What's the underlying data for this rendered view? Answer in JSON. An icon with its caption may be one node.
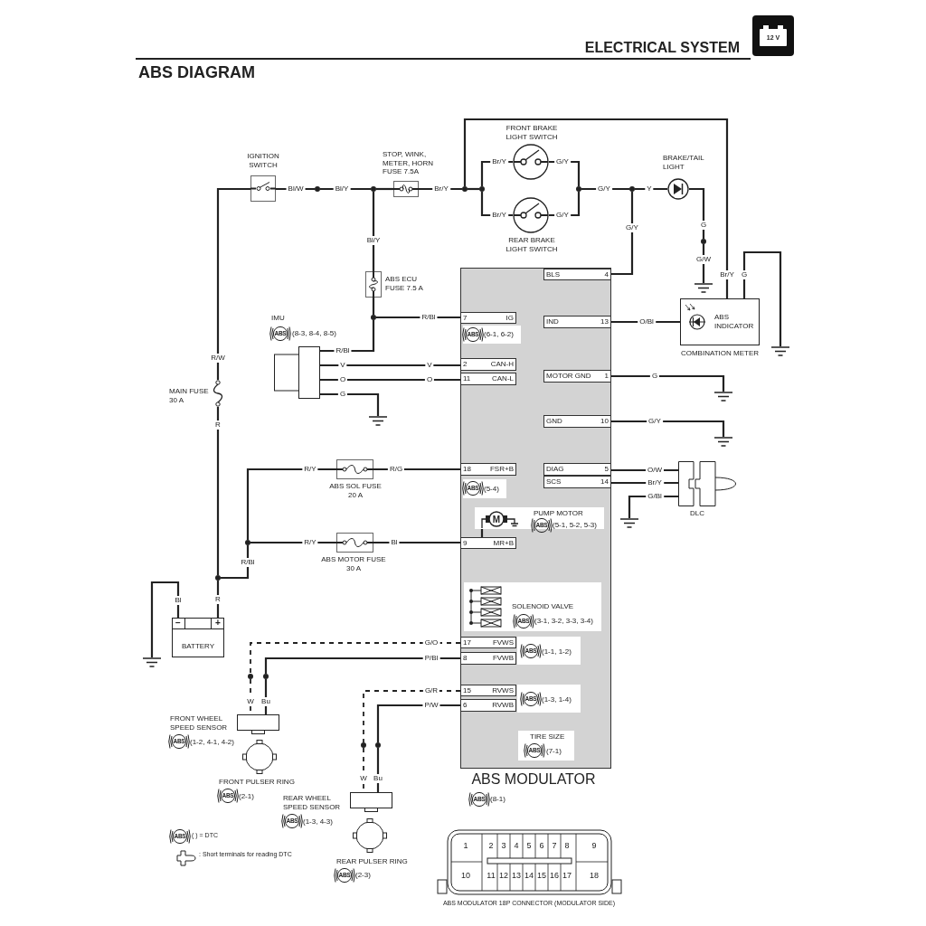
{
  "diagram": {
    "title": "ABS DIAGRAM",
    "nodes": [
      {
        "text": [
          "IGNITION SWITCH"
        ]
      },
      {
        "text": [
          "STOP, WINK, METER, HORN FUSE 7.5A"
        ]
      },
      {
        "text": [
          "FRONT BRAKE LIGHT SWITCH"
        ]
      },
      {
        "text": [
          "REAR BRAKE LIGHT SWITCH"
        ]
      },
      {
        "text": [
          "BRAKE/TAIL LIGHT"
        ]
      },
      {
        "text": [
          "ABS ECU FUSE 7.5 A"
        ]
      },
      {
        "text": [
          "IMU",
          "(8-3, 8-4, 8-5)"
        ]
      },
      {
        "text": [
          "MAIN FUSE 30 A"
        ]
      },
      {
        "text": [
          "ABS SOL FUSE 20 A"
        ]
      },
      {
        "text": [
          "ABS MOTOR FUSE 30 A"
        ]
      },
      {
        "text": [
          "BATTERY"
        ]
      },
      {
        "text": [
          "ABS INDICATOR",
          "COMBINATION METER"
        ]
      },
      {
        "text": [
          "DLC"
        ]
      },
      {
        "text": [
          "ABS MODULATOR",
          "(8-1)"
        ]
      },
      {
        "text": [
          "BLS",
          "4"
        ],
        "in": 13
      },
      {
        "text": [
          "7",
          "IG"
        ],
        "in": 13
      },
      {
        "text": [
          "(6-1, 6-2)"
        ],
        "in": 13
      },
      {
        "text": [
          "IND",
          "13"
        ],
        "in": 13
      },
      {
        "text": [
          "2",
          "CAN-H"
        ],
        "in": 13
      },
      {
        "text": [
          "11",
          "CAN-L"
        ],
        "in": 13
      },
      {
        "text": [
          "MOTOR GND",
          "1"
        ],
        "in": 13
      },
      {
        "text": [
          "GND",
          "10"
        ],
        "in": 13
      },
      {
        "text": [
          "18",
          "FSR+B"
        ],
        "in": 13
      },
      {
        "text": [
          "(5-4)"
        ],
        "in": 13
      },
      {
        "text": [
          "DIAG",
          "5"
        ],
        "in": 13
      },
      {
        "text": [
          "SCS",
          "14"
        ],
        "in": 13
      },
      {
        "text": [
          "PUMP MOTOR",
          "(5-1, 5-2, 5-3)"
        ],
        "in": 13
      },
      {
        "text": [
          "9",
          "MR+B"
        ],
        "in": 13
      },
      {
        "text": [
          "SOLENOID VALVE",
          "(3-1, 3-2, 3-3, 3-4)"
        ],
        "in": 13
      },
      {
        "text": [
          "17",
          "FVWS"
        ],
        "in": 13
      },
      {
        "text": [
          "8",
          "FVWB"
        ],
        "in": 13
      },
      {
        "text": [
          "(1-1, 1-2)"
        ],
        "in": 13
      },
      {
        "text": [
          "15",
          "RVWS"
        ],
        "in": 13
      },
      {
        "text": [
          "6",
          "RVWB"
        ],
        "in": 13
      },
      {
        "text": [
          "(1-3, 1-4)"
        ],
        "in": 13
      },
      {
        "text": [
          "TIRE SIZE",
          "(7-1)"
        ],
        "in": 13
      },
      {
        "text": [
          "FRONT WHEEL SPEED SENSOR",
          "(1-2, 4-1, 4-2)"
        ]
      },
      {
        "text": [
          "FRONT PULSER RING",
          "(2-1)"
        ]
      },
      {
        "text": [
          "REAR WHEEL SPEED SENSOR",
          "(1-3, 4-3)"
        ]
      },
      {
        "text": [
          "REAR PULSER RING",
          "(2-3)"
        ]
      },
      {
        "text": [
          "ABS MODULATOR 18P CONNECTOR (MODULATOR SIDE)"
        ]
      },
      {
        "text": [],
        "shape": "dot"
      },
      {
        "text": [],
        "shape": "dot"
      },
      {
        "text": [],
        "shape": "dot"
      },
      {
        "text": [],
        "shape": "dot"
      },
      {
        "text": [],
        "shape": "dot"
      },
      {
        "text": [],
        "shape": "dot"
      },
      {
        "text": [],
        "shape": "dot"
      },
      {
        "text": [],
        "shape": "dot"
      },
      {
        "text": [],
        "shape": "dot"
      },
      {
        "text": [],
        "shape": "dot"
      },
      {
        "text": [],
        "shape": "dot"
      },
      {
        "text": [],
        "shape": "dot"
      },
      {
        "text": [],
        "shape": "dot"
      },
      {
        "text": [],
        "shape": "dot"
      },
      {
        "text": [],
        "shape": "ground"
      },
      {
        "text": [],
        "shape": "ground"
      },
      {
        "text": [],
        "shape": "ground"
      },
      {
        "text": [],
        "shape": "ground"
      },
      {
        "text": [],
        "shape": "ground"
      },
      {
        "text": [],
        "shape": "ground"
      },
      {
        "text": [],
        "shape": "ground"
      }
    ],
    "edges": [
      {
        "from": 10,
        "to": 50,
        "arrow": "none",
        "label": "R"
      },
      {
        "from": 50,
        "to": 7,
        "arrow": "none",
        "label": "R"
      },
      {
        "from": 7,
        "to": 0,
        "arrow": "none",
        "label": "R/W"
      },
      {
        "from": 50,
        "to": 49,
        "arrow": "none",
        "label": "R/Bl"
      },
      {
        "from": 49,
        "to": 8,
        "arrow": "none",
        "label": "R/Y"
      },
      {
        "from": 49,
        "to": 9,
        "arrow": "none",
        "label": "R/Y"
      },
      {
        "from": 8,
        "to": 22,
        "arrow": "none",
        "label": "R/G"
      },
      {
        "from": 9,
        "to": 27,
        "arrow": "none",
        "label": "Bl"
      },
      {
        "from": 10,
        "to": 61,
        "arrow": "none",
        "label": "Bl"
      },
      {
        "from": 0,
        "to": 41,
        "arrow": "none",
        "label": "Bl/W"
      },
      {
        "from": 41,
        "to": 42,
        "arrow": "none",
        "label": "Bl/Y"
      },
      {
        "from": 42,
        "to": 1,
        "arrow": "none"
      },
      {
        "from": 42,
        "to": 5,
        "arrow": "none",
        "label": "Bl/Y"
      },
      {
        "from": 1,
        "to": 43,
        "arrow": "none",
        "label": "Br/Y"
      },
      {
        "from": 43,
        "to": 44,
        "arrow": "none"
      },
      {
        "from": 43,
        "to": 11,
        "arrow": "none",
        "label": "Br/Y"
      },
      {
        "from": 44,
        "to": 2,
        "arrow": "none",
        "label": "Br/Y"
      },
      {
        "from": 44,
        "to": 3,
        "arrow": "none",
        "label": "Br/Y"
      },
      {
        "from": 2,
        "to": 45,
        "arrow": "none",
        "label": "G/Y"
      },
      {
        "from": 3,
        "to": 45,
        "arrow": "none",
        "label": "G/Y"
      },
      {
        "from": 45,
        "to": 46,
        "arrow": "none",
        "label": "G/Y"
      },
      {
        "from": 46,
        "to": 4,
        "arrow": "none",
        "label": "Y"
      },
      {
        "from": 46,
        "to": 14,
        "arrow": "none",
        "label": "G/Y"
      },
      {
        "from": 4,
        "to": 47,
        "arrow": "none",
        "label": "G"
      },
      {
        "from": 47,
        "to": 55,
        "arrow": "none",
        "label": "G/W"
      },
      {
        "from": 5,
        "to": 48,
        "arrow": "none"
      },
      {
        "from": 48,
        "to": 15,
        "arrow": "none",
        "label": "R/Bl"
      },
      {
        "from": 48,
        "to": 6,
        "arrow": "none",
        "label": "R/Bl"
      },
      {
        "from": 6,
        "to": 18,
        "arrow": "none",
        "label": "V"
      },
      {
        "from": 6,
        "to": 19,
        "arrow": "none",
        "label": "O"
      },
      {
        "from": 6,
        "to": 58,
        "arrow": "none",
        "label": "G"
      },
      {
        "from": 17,
        "to": 11,
        "arrow": "none",
        "label": "O/Bl"
      },
      {
        "from": 11,
        "to": 56,
        "arrow": "none",
        "label": "G"
      },
      {
        "from": 20,
        "to": 57,
        "arrow": "none",
        "label": "G"
      },
      {
        "from": 21,
        "to": 59,
        "arrow": "none",
        "label": "G/Y"
      },
      {
        "from": 24,
        "to": 12,
        "arrow": "none",
        "label": "O/W"
      },
      {
        "from": 25,
        "to": 12,
        "arrow": "none",
        "label": "Br/Y"
      },
      {
        "from": 12,
        "to": 60,
        "arrow": "none",
        "label": "G/Bl"
      },
      {
        "from": 27,
        "to": 26,
        "arrow": "none"
      },
      {
        "from": 29,
        "to": 51,
        "arrow": "none",
        "label": "G/O",
        "style": "dashed"
      },
      {
        "from": 51,
        "to": 36,
        "arrow": "none",
        "label": "W",
        "style": "dashed"
      },
      {
        "from": 30,
        "to": 52,
        "arrow": "none",
        "label": "P/Bl"
      },
      {
        "from": 52,
        "to": 36,
        "arrow": "none",
        "label": "Bu"
      },
      {
        "from": 32,
        "to": 53,
        "arrow": "none",
        "label": "G/R",
        "style": "dashed"
      },
      {
        "from": 53,
        "to": 38,
        "arrow": "none",
        "label": "W",
        "style": "dashed"
      },
      {
        "from": 33,
        "to": 54,
        "arrow": "none",
        "label": "P/W"
      },
      {
        "from": 54,
        "to": 38,
        "arrow": "none",
        "label": "Bu"
      }
    ],
    "labels": [
      "ELECTRICAL SYSTEM",
      "12 V",
      "ABS",
      "ABS",
      "V",
      "O",
      "ABS",
      "ABS",
      "M",
      "ABS",
      "−",
      "+",
      "ABS",
      "ABS",
      "ABS",
      "ABS",
      "ABS",
      "ABS",
      "ABS",
      "ABS",
      "ABS",
      "1",
      "2",
      "3",
      "4",
      "5",
      "6",
      "7",
      "8",
      "9",
      "10",
      "11",
      "12",
      "13",
      "14",
      "15",
      "16",
      "17",
      "18"
    ],
    "legend": [
      {
        "text": "( ) = DTC"
      },
      {
        "text": ": Short terminals for reading DTC"
      }
    ]
  }
}
